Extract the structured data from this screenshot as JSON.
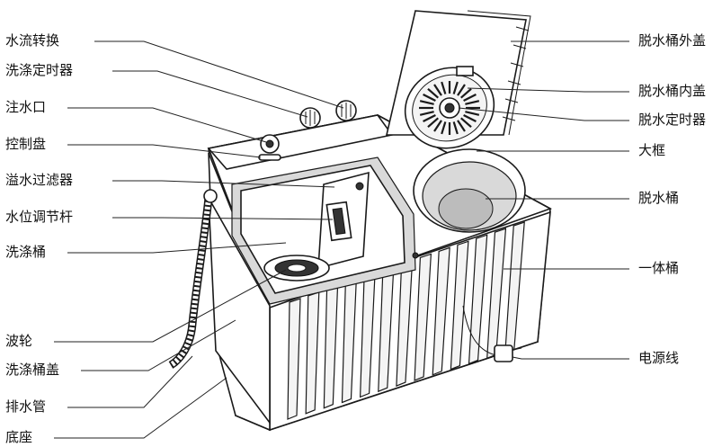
{
  "labels_left": [
    {
      "key": "water_flow_switch",
      "text": "水流转换"
    },
    {
      "key": "wash_timer",
      "text": "洗涤定时器"
    },
    {
      "key": "water_inlet",
      "text": "注水口"
    },
    {
      "key": "control_panel",
      "text": "控制盘"
    },
    {
      "key": "overflow_filter",
      "text": "溢水过滤器"
    },
    {
      "key": "water_level_lever",
      "text": "水位调节杆"
    },
    {
      "key": "wash_tub",
      "text": "洗涤桶"
    },
    {
      "key": "pulsator",
      "text": "波轮"
    },
    {
      "key": "wash_tub_lid",
      "text": "洗涤桶盖"
    },
    {
      "key": "drain_hose",
      "text": "排水管"
    },
    {
      "key": "base",
      "text": "底座"
    }
  ],
  "labels_right": [
    {
      "key": "spin_outer_lid",
      "text": "脱水桶外盖"
    },
    {
      "key": "spin_inner_lid",
      "text": "脱水桶内盖"
    },
    {
      "key": "spin_timer",
      "text": "脱水定时器"
    },
    {
      "key": "frame",
      "text": "大框"
    },
    {
      "key": "spin_tub",
      "text": "脱水桶"
    },
    {
      "key": "cabinet",
      "text": "一体桶"
    },
    {
      "key": "power_cord",
      "text": "电源线"
    }
  ]
}
